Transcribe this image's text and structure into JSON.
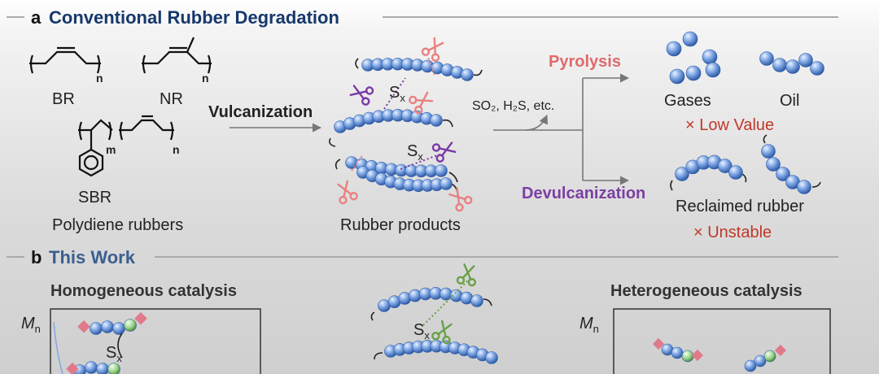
{
  "section_a": {
    "letter": "a",
    "title": "Conventional Rubber Degradation",
    "br_label": "BR",
    "nr_label": "NR",
    "sbr_label": "SBR",
    "sub_n": "n",
    "sub_m": "m",
    "rubbers_caption": "Polydiene rubbers",
    "vulcanization": "Vulcanization",
    "products_caption": "Rubber products",
    "sx": "S",
    "sx_sub": "x",
    "byproducts": "SO₂, H₂S, etc.",
    "pyrolysis": "Pyrolysis",
    "gases": "Gases",
    "oil": "Oil",
    "low_value": "× Low Value",
    "devulcanization": "Devulcanization",
    "reclaimed": "Reclaimed rubber",
    "unstable": "× Unstable"
  },
  "section_b": {
    "letter": "b",
    "title": "This Work",
    "homogeneous": "Homogeneous catalysis",
    "heterogeneous": "Heterogeneous catalysis",
    "mn": "M",
    "mn_sub": "n",
    "sx": "S",
    "sx_sub": "x"
  },
  "colors": {
    "bead": "#7fa8e6",
    "bead_dark": "#3b68b8",
    "scissor_pink": "#e98080",
    "scissor_purple": "#7a3aa6",
    "scissor_green": "#6aa04a",
    "end_cap": "#e07a8a",
    "green_bead": "#9bd48a"
  }
}
